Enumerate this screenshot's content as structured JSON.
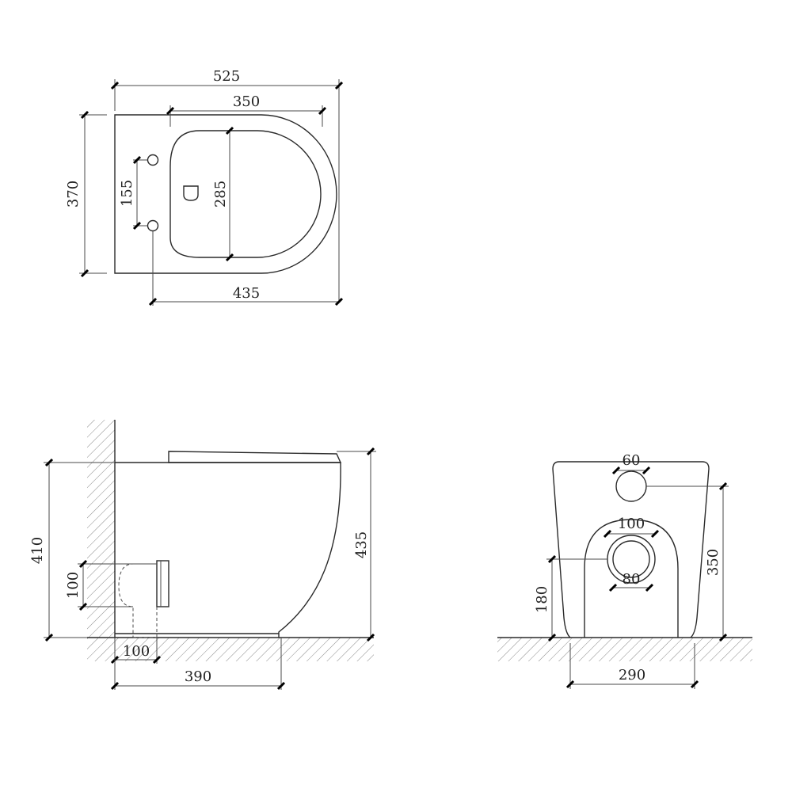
{
  "top_view": {
    "overall_length": "525",
    "seat_width": "350",
    "overall_width": "370",
    "inlet_spacing": "155",
    "bowl_depth": "285",
    "fixing_length": "435"
  },
  "side_view": {
    "height_to_seat": "410",
    "total_height": "435",
    "outlet_diameter": "100",
    "outlet_offset": "100",
    "base_length": "390"
  },
  "front_view": {
    "inlet_diameter": "60",
    "outlet_size": "100",
    "outlet_inner": "80",
    "outlet_height": "180",
    "inlet_height": "350",
    "base_width": "290"
  }
}
